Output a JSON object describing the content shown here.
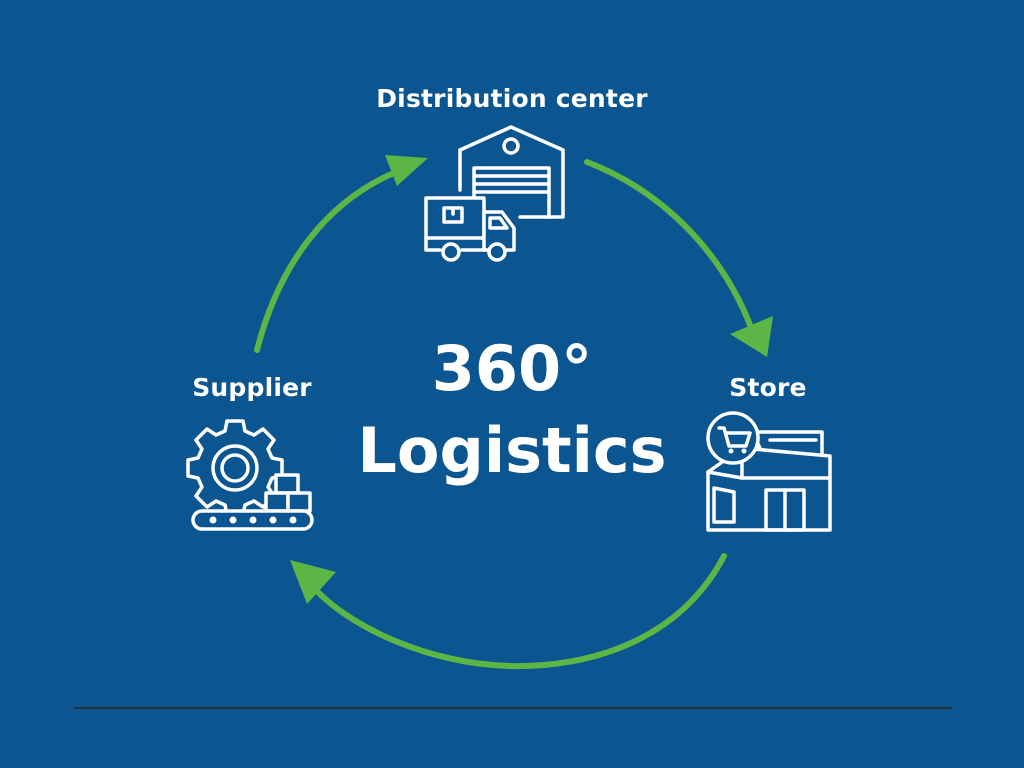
{
  "nodes": {
    "distribution": {
      "label": "Distribution center",
      "icon": "warehouse-truck-icon"
    },
    "supplier": {
      "label": "Supplier",
      "icon": "gear-conveyor-icon"
    },
    "store": {
      "label": "Store",
      "icon": "store-cart-icon"
    }
  },
  "center": {
    "line1": "360°",
    "line2": "Logistics"
  },
  "colors": {
    "background": "#0b5590",
    "arrow": "#5cb646",
    "icon": "#ffffff",
    "text": "#ffffff",
    "divider": "#27303a"
  }
}
